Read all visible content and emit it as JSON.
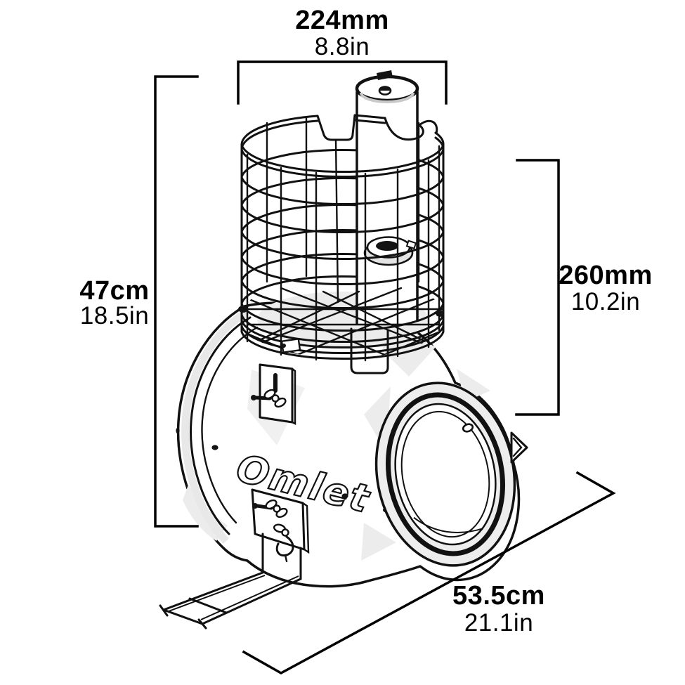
{
  "page": {
    "background": "#ffffff"
  },
  "product": {
    "logo_text": "Omlet"
  },
  "diagram": {
    "dimensions": {
      "top_width": {
        "metric": "224mm",
        "imperial": "8.8in"
      },
      "left_height": {
        "metric": "47cm",
        "imperial": "18.5in"
      },
      "right_height": {
        "metric": "260mm",
        "imperial": "10.2in"
      },
      "bottom_depth": {
        "metric": "53.5cm",
        "imperial": "21.1in"
      }
    },
    "colors": {
      "line": "#111111",
      "dimension_line": "#000000",
      "shade_light": "#ececec",
      "rim_face": "#ededed",
      "background": "#ffffff"
    }
  }
}
